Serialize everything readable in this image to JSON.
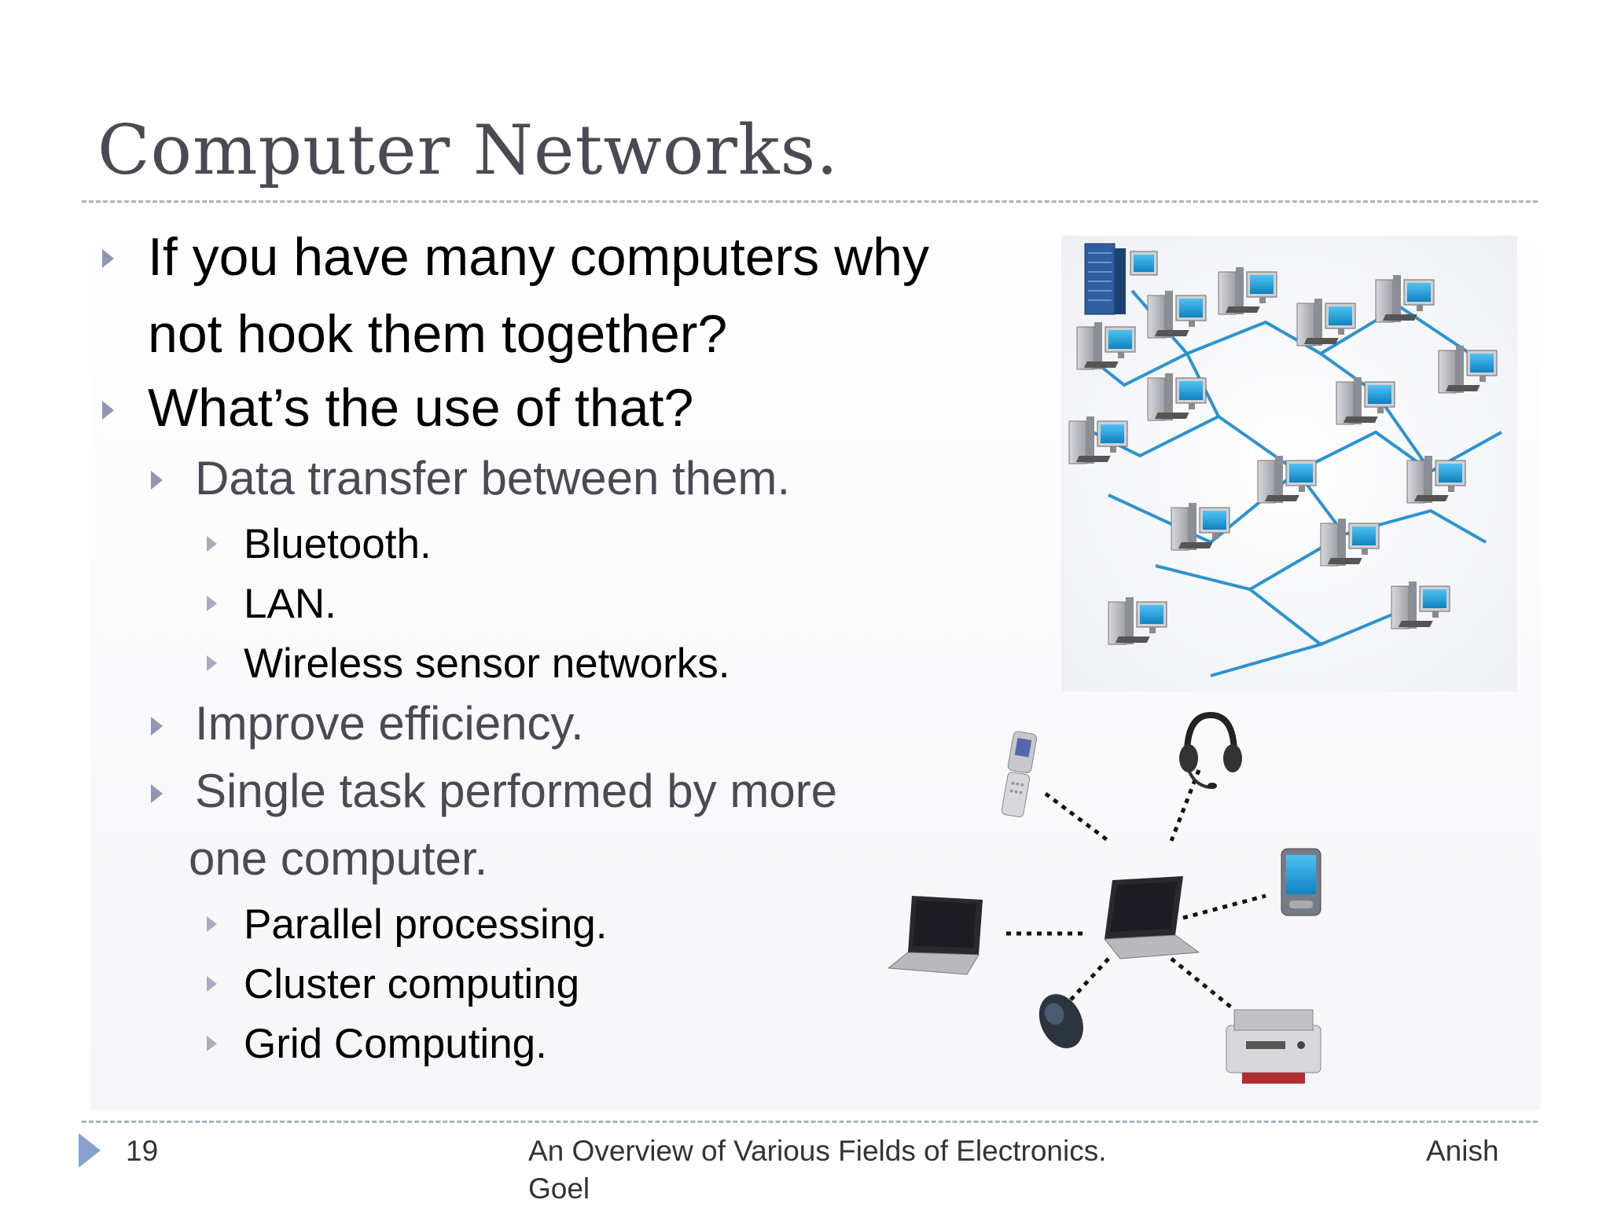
{
  "slide": {
    "title": "Computer Networks.",
    "bullets": [
      {
        "level": 1,
        "lines": [
          "If you have many computers why",
          "not hook them together?"
        ]
      },
      {
        "level": 1,
        "lines": [
          "What’s the use of that?"
        ]
      },
      {
        "level": 2,
        "lines": [
          "Data transfer between them."
        ]
      },
      {
        "level": 3,
        "lines": [
          "Bluetooth."
        ]
      },
      {
        "level": 3,
        "lines": [
          "LAN."
        ]
      },
      {
        "level": 3,
        "lines": [
          "Wireless sensor networks."
        ]
      },
      {
        "level": 2,
        "lines": [
          "Improve efficiency."
        ]
      },
      {
        "level": 2,
        "lines": [
          "Single task performed by more",
          "one computer."
        ]
      },
      {
        "level": 3,
        "lines": [
          "Parallel processing."
        ]
      },
      {
        "level": 3,
        "lines": [
          "Cluster computing"
        ]
      },
      {
        "level": 3,
        "lines": [
          "Grid Computing."
        ]
      }
    ],
    "images": {
      "network": "computer-network-illustration",
      "devices": "wireless-device-network-illustration"
    }
  },
  "footer": {
    "page_number": "19",
    "center_line1": "An Overview of  Various Fields of Electronics.",
    "center_line2": "Goel",
    "right": "Anish"
  },
  "colors": {
    "title": "#4a4a55",
    "rule": "#a7b3c7",
    "bullet_arrow": "#8f97b5",
    "cable": "#2c93d0",
    "screen": "#1ea0e0"
  }
}
